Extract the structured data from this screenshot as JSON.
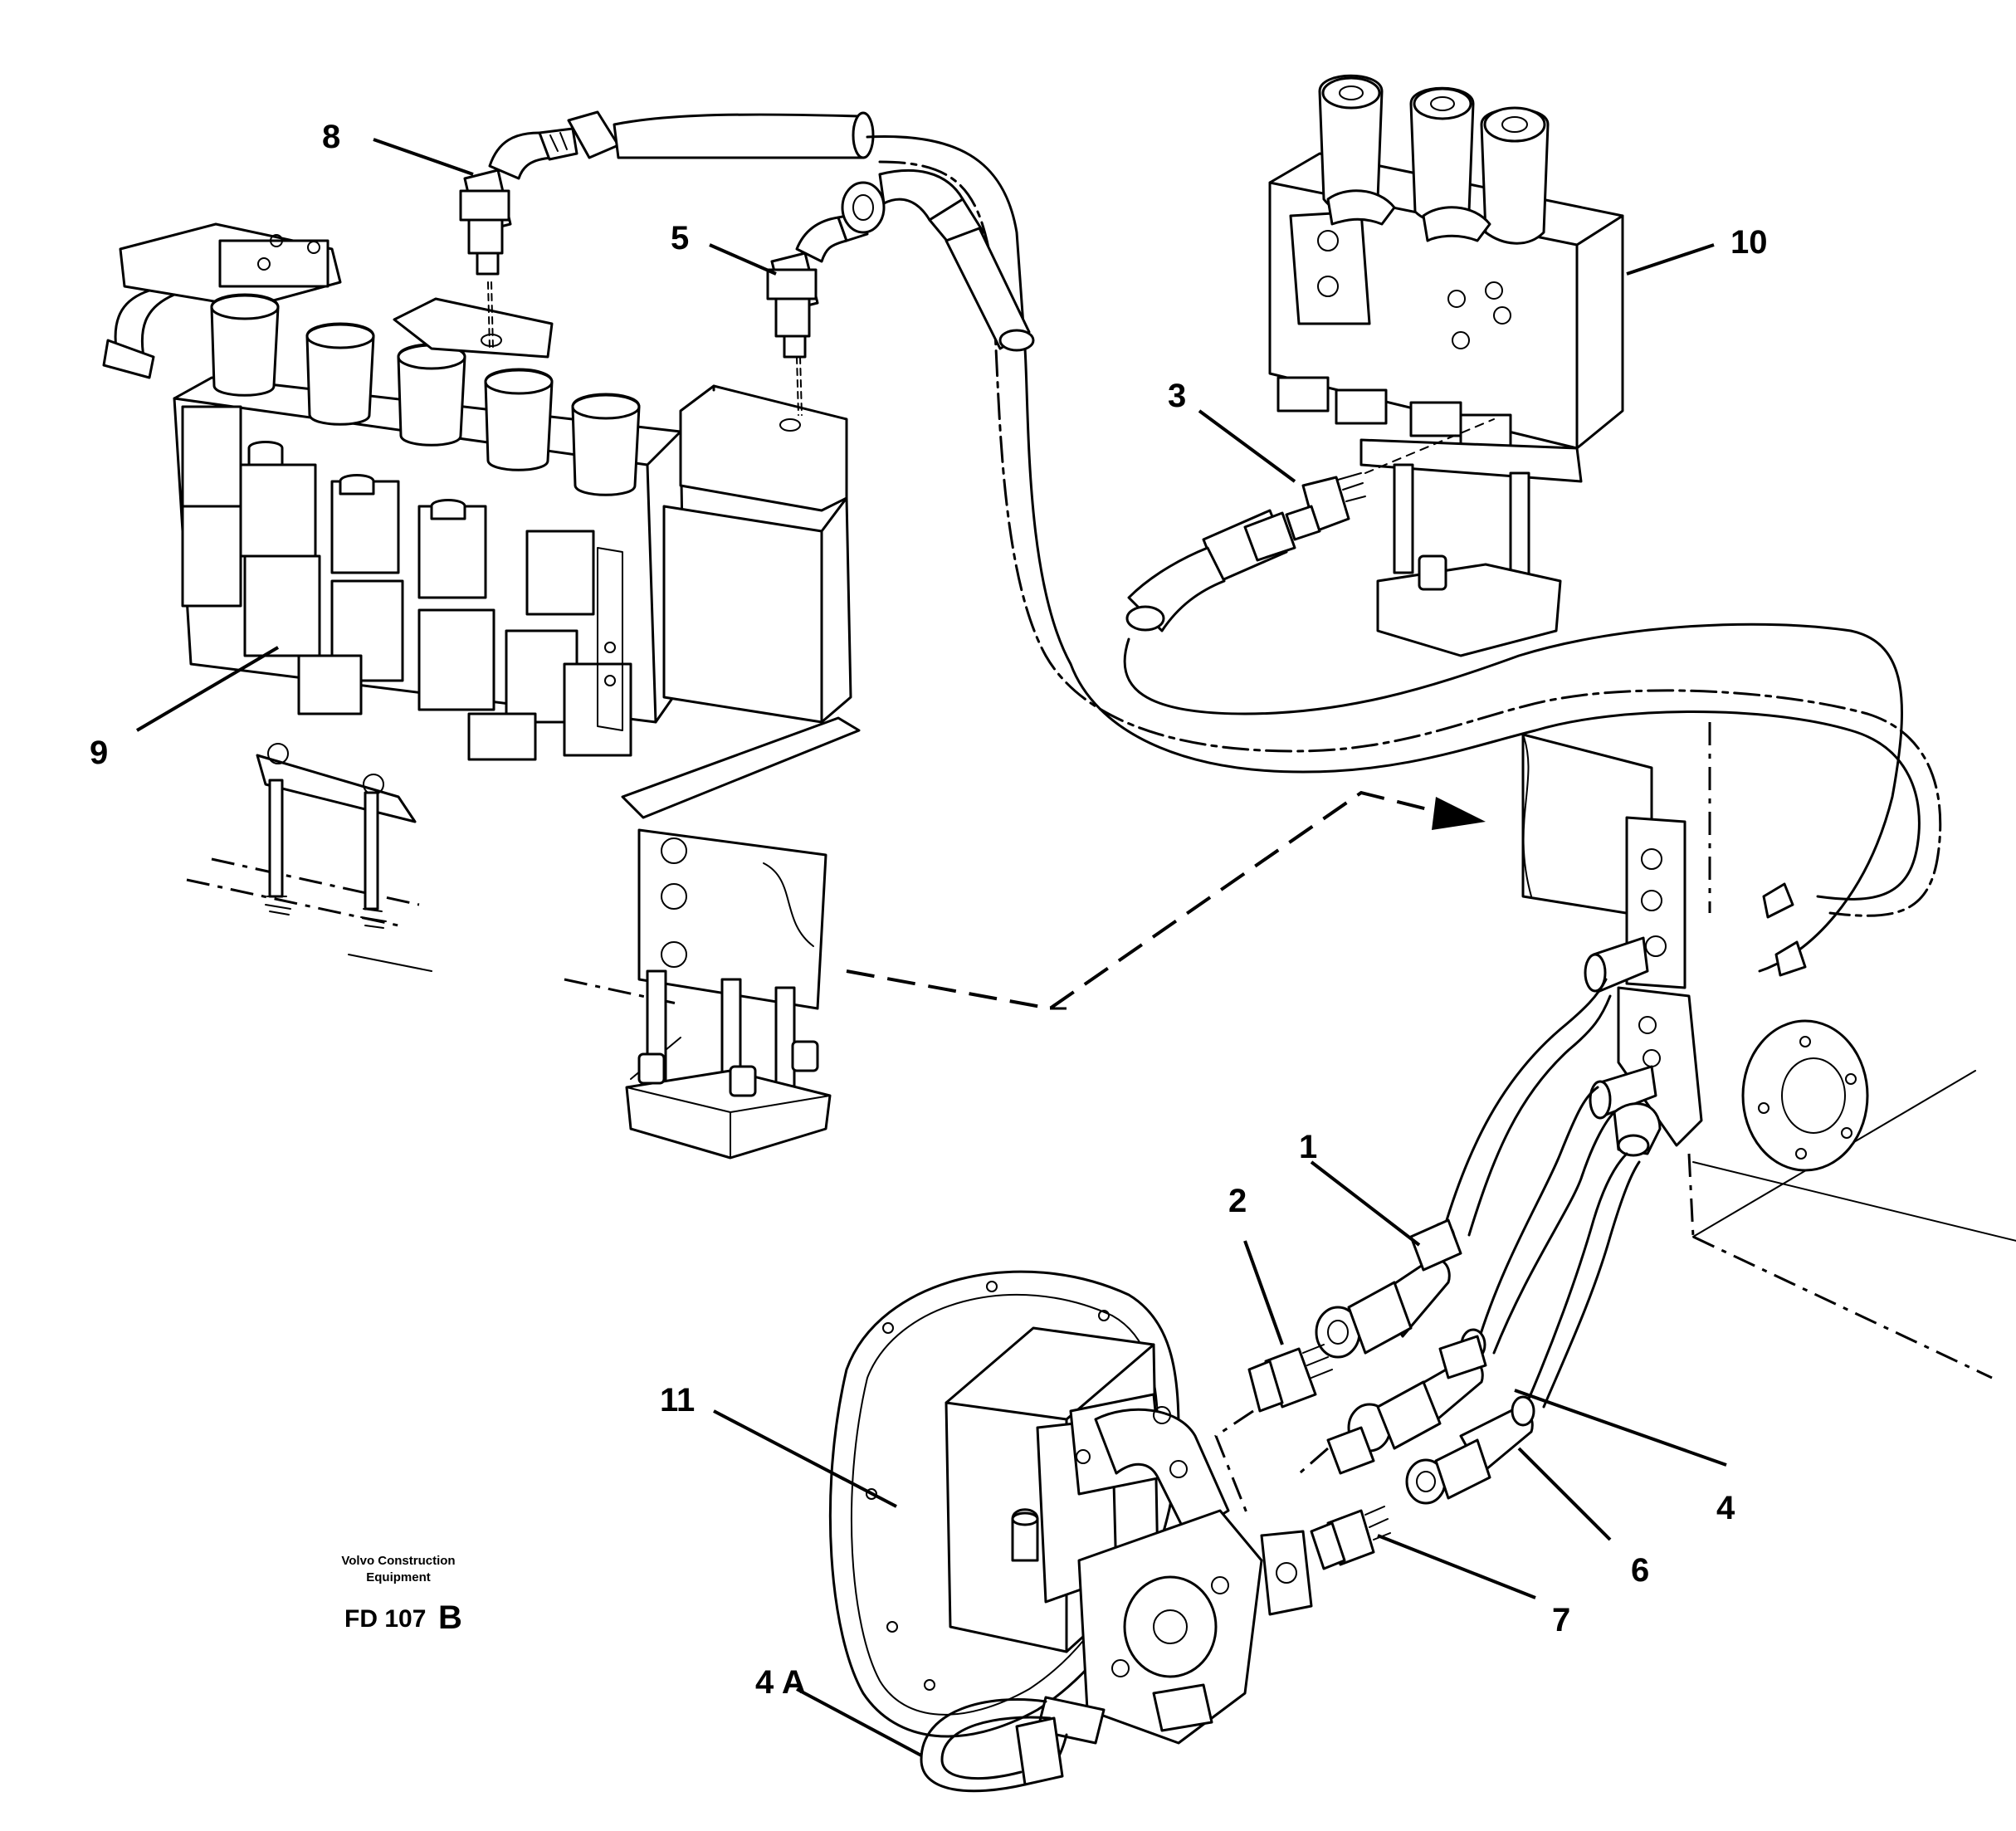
{
  "callouts": [
    {
      "id": "c1",
      "text": "1"
    },
    {
      "id": "c2",
      "text": "2"
    },
    {
      "id": "c3",
      "text": "3"
    },
    {
      "id": "c4",
      "text": "4"
    },
    {
      "id": "c4a",
      "text": "4 A"
    },
    {
      "id": "c5",
      "text": "5"
    },
    {
      "id": "c6",
      "text": "6"
    },
    {
      "id": "c7",
      "text": "7"
    },
    {
      "id": "c8",
      "text": "8"
    },
    {
      "id": "c9",
      "text": "9"
    },
    {
      "id": "c10",
      "text": "10"
    },
    {
      "id": "c11",
      "text": "11"
    }
  ],
  "brand": {
    "line1": "Volvo Construction",
    "line2": "Equipment"
  },
  "drawing_code": {
    "number": "FD 107",
    "revision": "B"
  }
}
